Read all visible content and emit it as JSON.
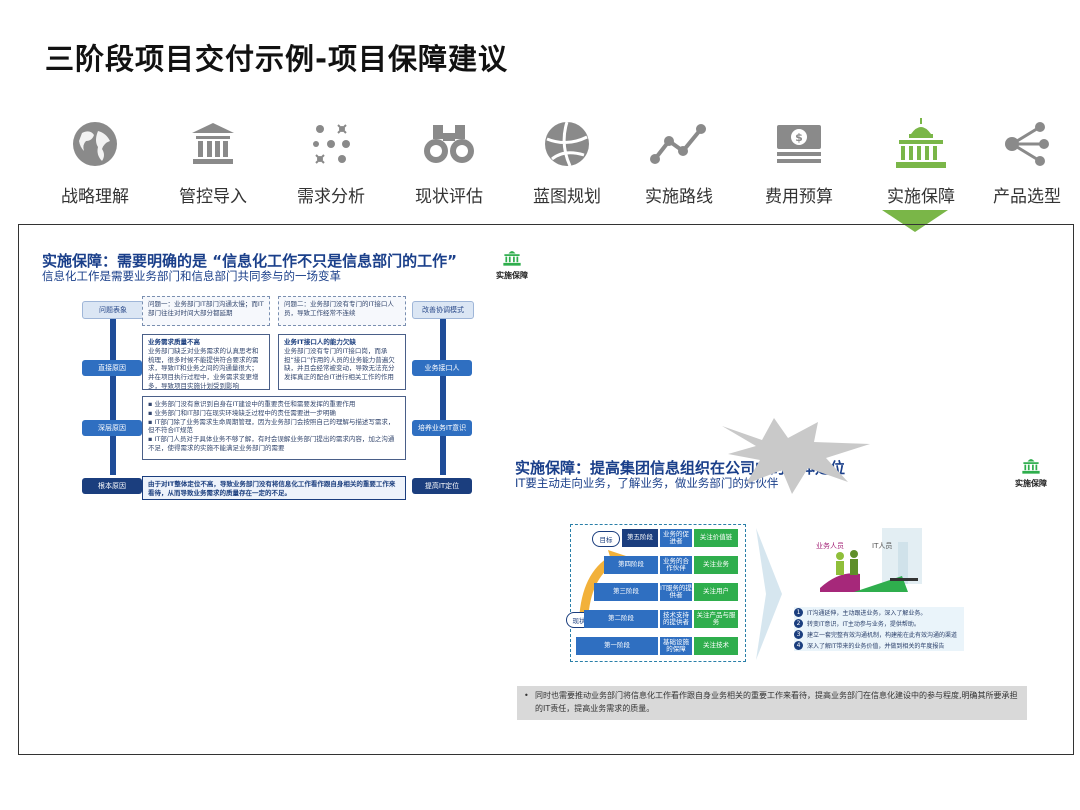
{
  "title": "三阶段项目交付示例-项目保障建议",
  "nav": {
    "items": [
      {
        "label": "战略理解",
        "icon": "globe-icon"
      },
      {
        "label": "管控导入",
        "icon": "bank-icon"
      },
      {
        "label": "需求分析",
        "icon": "network-dots-icon"
      },
      {
        "label": "现状评估",
        "icon": "binoculars-icon"
      },
      {
        "label": "蓝图规划",
        "icon": "basketball-icon"
      },
      {
        "label": "实施路线",
        "icon": "line-chart-icon"
      },
      {
        "label": "费用预算",
        "icon": "money-icon"
      },
      {
        "label": "实施保障",
        "icon": "capitol-building-icon"
      },
      {
        "label": "产品选型",
        "icon": "share-icon"
      }
    ],
    "active_index": 7,
    "active_color": "#7ab648"
  },
  "slide1": {
    "title": "实施保障：需要明确的是 “信息化工作不只是信息部门的工作”",
    "subtitle": "信息化工作是需要业务部门和信息部门共同参与的一场变革",
    "logo_text": "实施保障",
    "left_steps": [
      "问题表象",
      "直接原因",
      "深层原因",
      "根本原因"
    ],
    "right_steps": [
      "改善协调模式",
      "业务接口人",
      "培养业务IT意识",
      "提高IT定位"
    ],
    "problem1": "问题一：业务部门IT部门沟通太慢；而IT部门往往对时间大部分都延期",
    "problem2": "问题二：业务部门没有专门的IT接口人员，导致工作经常不连续",
    "box1_title": "业务需求质量不高",
    "box1_text": "业务部门缺乏对业务需求的认真思考和梳理，很多时候不能提供符合要求的需求，导致IT和业务之间的沟通量很大；并在项目执行过程中，业务需求变更增多，导致项目实施计划受到影响",
    "box2_title": "业务IT接口人的能力欠缺",
    "box2_text": "业务部门没有专门的IT接口岗，而承担“接口”作用的人员的业务能力普遍欠缺，并且会经常被变动，导致无法充分发挥真正的配合IT进行相关工作的作用",
    "bullets": [
      "业务部门没有意识到自身在IT建设中的重要责任和需要发挥的重要作用",
      "业务部门和IT部门在现实环境缺乏过程中的责任需要进一步明确",
      "IT部门除了业务需求生命周期管理，因为业务部门会按照自己的理解与描述写需求，但不符合IT规范",
      "IT部门人员对于具体业务不够了解，有时会误解业务部门提出的需求内容，加之沟通不足，使得需求的实施不能满足业务部门的需要"
    ],
    "root_cause": "由于对IT整体定位不高，导致业务部门没有将信息化工作看作跟自身相关的重要工作来看待，从而导致业务需求的质量存在一定的不足。"
  },
  "slide2": {
    "title": "实施保障：提高集团信息组织在公司中的整体定位",
    "subtitle": "IT要主动走向业务，了解业务，做业务部门的好伙伴",
    "logo_text": "实施保障",
    "goal_label": "目标",
    "current_label": "现状",
    "stages": [
      {
        "stage": "第五阶段",
        "role": "业务的促进者",
        "focus": "关注价值链"
      },
      {
        "stage": "第四阶段",
        "role": "业务的合作伙伴",
        "focus": "关注业务"
      },
      {
        "stage": "第三阶段",
        "role": "IT服务的提供者",
        "focus": "关注用户"
      },
      {
        "stage": "第二阶段",
        "role": "技术支持的提供者",
        "focus": "关注产品与服务"
      },
      {
        "stage": "第一阶段",
        "role": "基础设施的保障",
        "focus": "关注技术"
      }
    ],
    "people_labels": [
      "业务人员",
      "IT人员"
    ],
    "list": [
      "IT沟通延伸，主动跟进业务，深入了解业务。",
      "转变IT意识，IT主动参与业务，提供帮助。",
      "建立一套完整有效沟通机制，构建能在此有效沟通的渠道",
      "深入了解IT带来的业务价值，并做到相关的年度报告"
    ],
    "note": "同时也需要推动业务部门将信息化工作看作跟自身业务相关的重要工作来看待，提高业务部门在信息化建设中的参与程度,明确其所要承担的IT责任，提高业务需求的质量。"
  }
}
